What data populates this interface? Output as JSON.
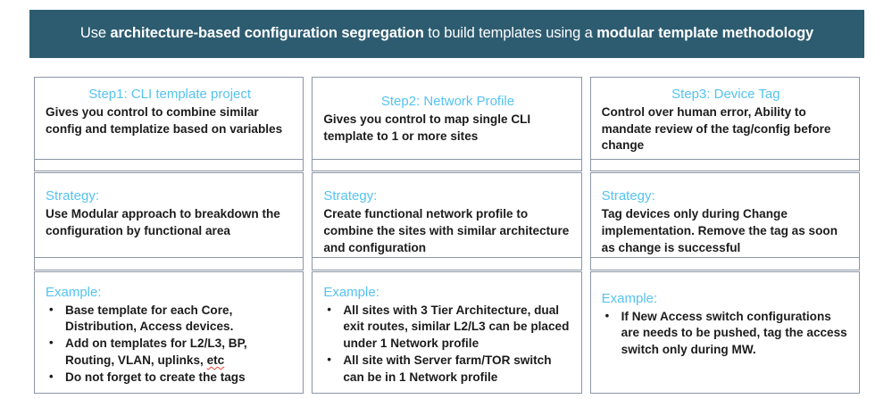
{
  "banner": {
    "prefix": "Use ",
    "bold1": "architecture-based configuration segregation",
    "middle": " to build templates using a ",
    "bold2": "modular template methodology"
  },
  "colors": {
    "banner_bg": "#2d5c70",
    "heading_cyan": "#55c3f0",
    "body_text": "#1c1c1c",
    "card_border": "#8b96a5",
    "spellcheck_red": "#e8443a"
  },
  "columns": [
    {
      "step_title": "Step1: CLI template project",
      "step_body": "Gives you control to combine similar config and templatize based on variables",
      "strategy_label": "Strategy:",
      "strategy_body": "Use Modular approach to breakdown the configuration by functional area",
      "example_label": "Example:",
      "example_bullets": [
        "Base template for each Core, Distribution, Access devices.",
        "Add on templates for L2/L3, BP, Routing, VLAN, uplinks, etc",
        "Do not forget to create the tags"
      ],
      "misspelled_word": "etc"
    },
    {
      "step_title": "Step2: Network Profile",
      "step_body": "Gives you control to map single CLI template to 1 or more sites",
      "strategy_label": "Strategy:",
      "strategy_body": "Create functional network profile to combine the sites with similar architecture and configuration",
      "example_label": "Example:",
      "example_bullets": [
        "All sites with 3 Tier Architecture, dual exit routes, similar L2/L3 can be placed under 1 Network profile",
        "All site with Server farm/TOR switch can be in 1 Network profile"
      ]
    },
    {
      "step_title": "Step3: Device Tag",
      "step_body": "Control over human error, Ability to mandate review of the tag/config before change",
      "strategy_label": "Strategy:",
      "strategy_body": "Tag devices only during Change implementation. Remove the tag as soon as change is successful",
      "example_label": "Example:",
      "example_bullets": [
        "If New Access switch configurations are needs to be pushed, tag the access switch only during MW."
      ]
    }
  ]
}
